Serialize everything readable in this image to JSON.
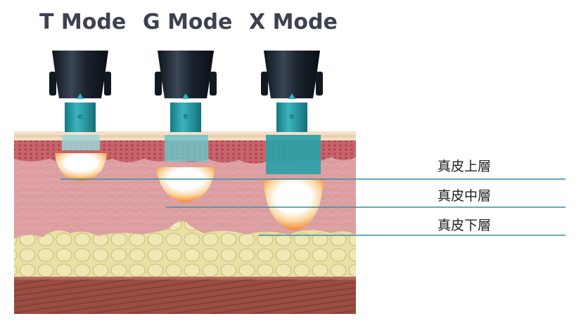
{
  "modes": [
    {
      "label": "T Mode"
    },
    {
      "label": "G Mode"
    },
    {
      "label": "X Mode"
    }
  ],
  "layers": [
    {
      "label": "真皮上層"
    },
    {
      "label": "真皮中層"
    },
    {
      "label": "真皮下層"
    }
  ],
  "tip_glyph": "e",
  "colors": {
    "title": "#3d4150",
    "handpiece": "#1e2633",
    "tip": "#2a9ea8",
    "epidermis": "#f3dcc2",
    "dermis": "#dc9da0",
    "fat": "#e7dea4",
    "muscle": "#9c4f44",
    "indicator_line": "#2f8fa0",
    "heat_glow": "#f08a2a"
  }
}
